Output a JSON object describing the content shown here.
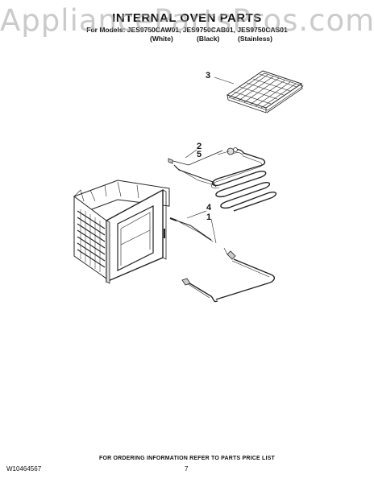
{
  "watermark": "AppliancePartsPros.com",
  "header": {
    "title": "INTERNAL OVEN PARTS",
    "models_line": "For Models: JES9750CAW01, JES9750CAB01, JES9750CAS01",
    "finishes": [
      "(White)",
      "(Black)",
      "(Stainless)"
    ]
  },
  "callouts": [
    {
      "label": "3"
    },
    {
      "label": "2"
    },
    {
      "label": "5"
    },
    {
      "label": "4"
    },
    {
      "label": "1"
    }
  ],
  "footer": {
    "ordering_info": "FOR ORDERING INFORMATION REFER TO PARTS PRICE LIST",
    "doc_number": "W10464567",
    "page_number": "7"
  }
}
